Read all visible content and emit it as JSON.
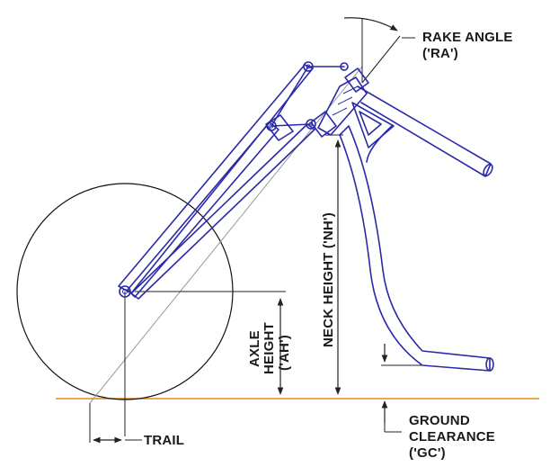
{
  "labels": {
    "rake_angle": "RAKE ANGLE",
    "rake_angle_abbr": "('RA')",
    "neck_height": "NECK HEIGHT ('NH')",
    "axle_height": "AXLE",
    "axle_height_2": "HEIGHT",
    "axle_height_abbr": "('AH')",
    "ground_clearance": "GROUND",
    "ground_clearance_2": "CLEARANCE",
    "ground_clearance_abbr": "('GC')",
    "trail": "TRAIL"
  },
  "colors": {
    "frame": "#2a2aa8",
    "ground_line": "#e08a1e",
    "dimension": "#222222"
  }
}
